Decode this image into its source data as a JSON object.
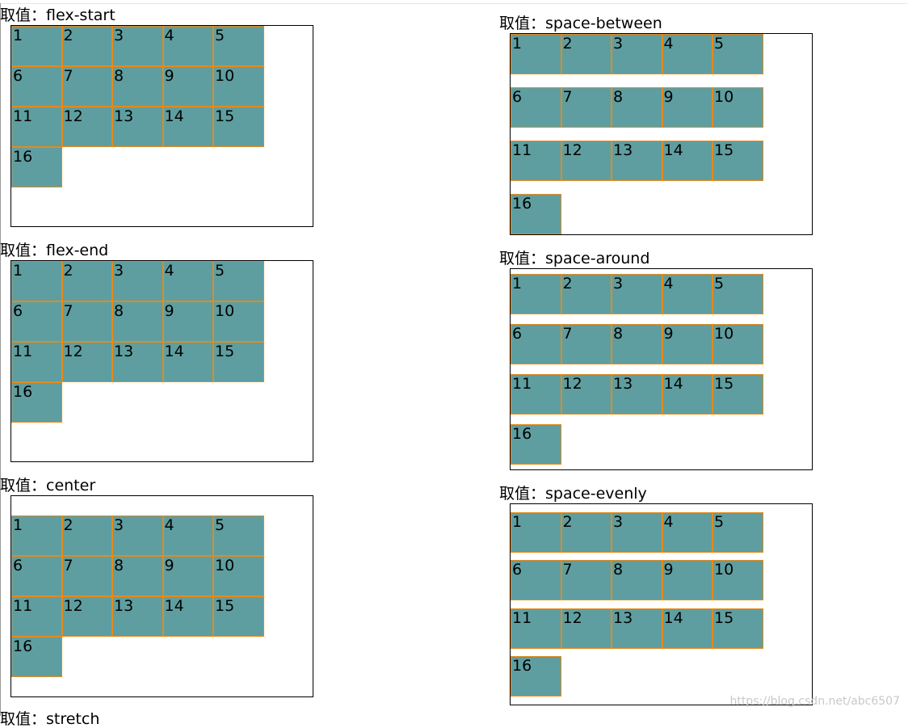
{
  "demos": [
    {
      "label": "取值：flex-start"
    },
    {
      "label": "取值：flex-end"
    },
    {
      "label": "取值：center"
    },
    {
      "label": "取值：space-between"
    },
    {
      "label": "取值：space-around"
    },
    {
      "label": "取值：space-evenly"
    },
    {
      "label": "取值：stretch"
    }
  ],
  "items": [
    "1",
    "2",
    "3",
    "4",
    "5",
    "6",
    "7",
    "8",
    "9",
    "10",
    "11",
    "12",
    "13",
    "14",
    "15",
    "16"
  ],
  "colors": {
    "item_fill": "#5f9ea0",
    "item_border": "#e58a1a",
    "container_border": "#000000"
  },
  "watermark": "https://blog.csdn.net/abc6507"
}
